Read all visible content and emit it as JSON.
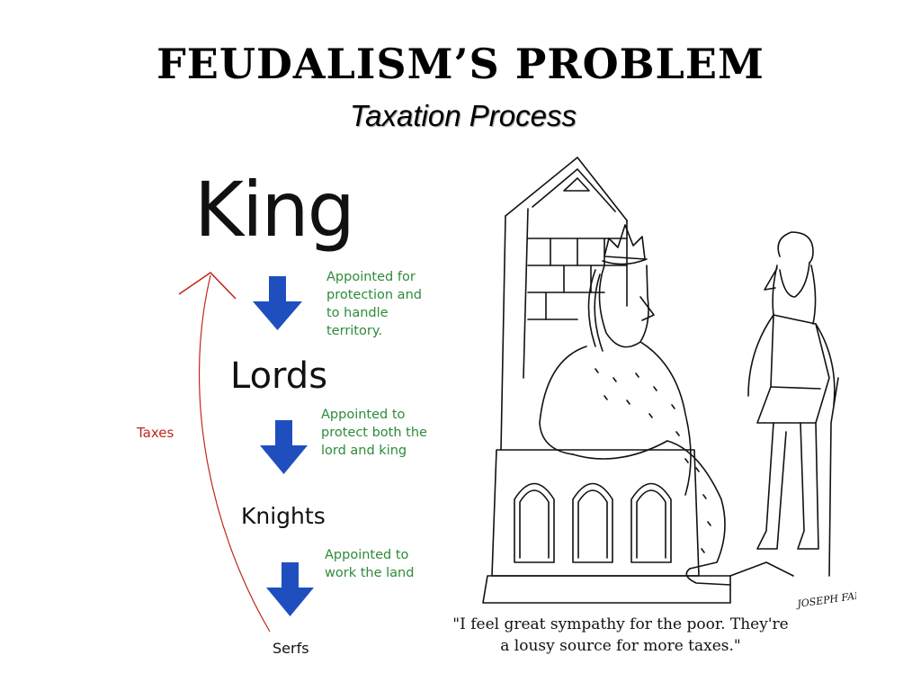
{
  "slide": {
    "title": "FEUDALISM’S PROBLEM",
    "subtitle": "Taxation Process"
  },
  "hierarchy": {
    "levels": [
      "King",
      "Lords",
      "Knights",
      "Serfs"
    ],
    "notes": [
      "Appointed for\nprotection and\nto handle\nterritory.",
      "Appointed to\nprotect both the\nlord and king",
      "Appointed to\nwork the land"
    ],
    "taxes_label": "Taxes",
    "colors": {
      "arrow": "#1f4fbf",
      "note_text": "#2e8b3a",
      "taxes": "#c0281e"
    }
  },
  "cartoon": {
    "signature": "JOSEPH FARRIS",
    "caption": "\"I feel great sympathy for the poor. They're\na lousy source for more taxes.\""
  }
}
